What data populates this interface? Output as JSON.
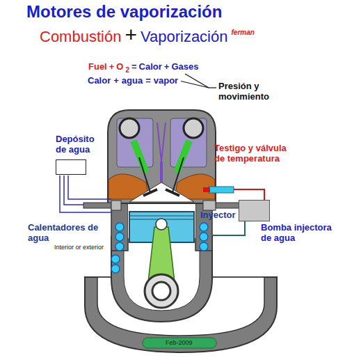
{
  "diagram": {
    "title": "Motores de vaporización",
    "nodes": [
      {
        "text": [
          "Depósito de agua"
        ]
      },
      {
        "text": [
          "Bomba injectora de agua"
        ]
      }
    ],
    "labels": [
      "Combustión",
      "+",
      "Vaporización",
      "ferman",
      "Fuel",
      "+",
      "O",
      "2",
      "=",
      "Calor",
      "+",
      "Gases",
      "Calor",
      "+",
      "agua",
      "=",
      "vapor",
      "Presión y movimiento",
      "Testigo y válvula de temperatura",
      "Inyector",
      "Calentadores de agua",
      "Interior or exterior",
      "Feb-2009"
    ]
  }
}
